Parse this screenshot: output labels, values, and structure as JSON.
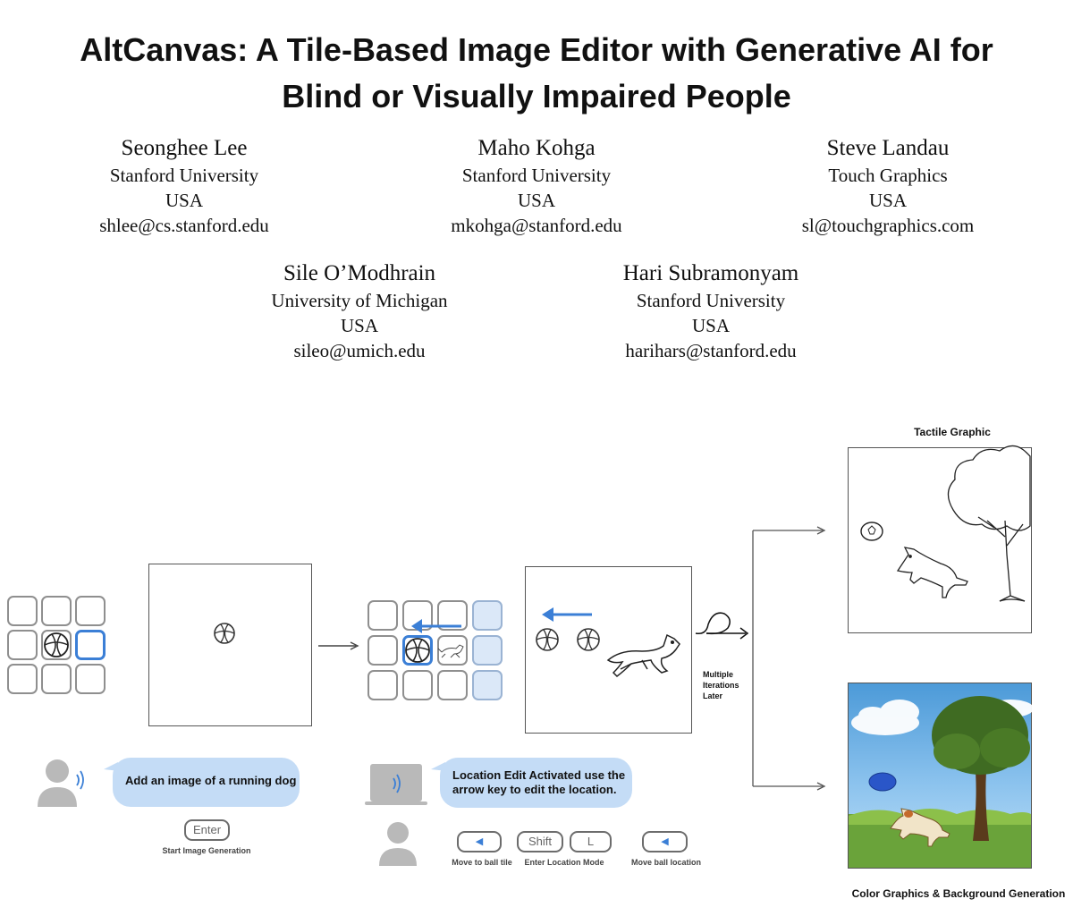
{
  "paper": {
    "title_line1": "AltCanvas: A Tile-Based Image Editor with Generative AI for",
    "title_line2": "Blind or Visually Impaired People",
    "authors": [
      {
        "name": "Seonghee Lee",
        "affiliation": "Stanford University",
        "country": "USA",
        "email": "shlee@cs.stanford.edu"
      },
      {
        "name": "Maho Kohga",
        "affiliation": "Stanford University",
        "country": "USA",
        "email": "mkohga@stanford.edu"
      },
      {
        "name": "Steve Landau",
        "affiliation": "Touch Graphics",
        "country": "USA",
        "email": "sl@touchgraphics.com"
      },
      {
        "name": "Sile O’Modhrain",
        "affiliation": "University of Michigan",
        "country": "USA",
        "email": "sileo@umich.edu"
      },
      {
        "name": "Hari Subramonyam",
        "affiliation": "Stanford University",
        "country": "USA",
        "email": "harihars@stanford.edu"
      }
    ]
  },
  "figure": {
    "bubble1": "Add an image of a running dog",
    "bubble2_line1": "Location Edit Activated use the",
    "bubble2_line2": "arrow key to edit the location.",
    "key_enter": "Enter",
    "cap_start": "Start Image Generation",
    "key_left_symbol": "◀",
    "key_shift": "Shift",
    "key_l": "L",
    "cap_move_tile": "Move to ball tile",
    "cap_enter_location": "Enter Location Mode",
    "cap_move_location": "Move ball location",
    "iterations_line1": "Multiple",
    "iterations_line2": "Iterations",
    "iterations_line3": "Later",
    "tactile_label": "Tactile Graphic",
    "color_label": "Color Graphics & Background Generation",
    "accent_color": "#3b7fd6",
    "bubble_color": "#c4dcf6"
  }
}
